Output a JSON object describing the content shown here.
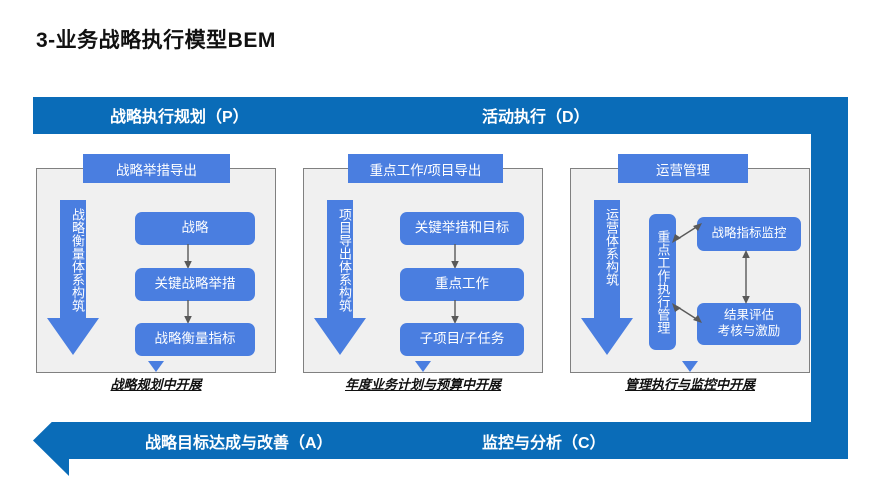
{
  "title": "3-业务战略执行模型BEM",
  "colors": {
    "band_blue": "#0a6cb8",
    "box_blue": "#4a7ee0",
    "panel_fill": "#f0f0f0",
    "panel_border": "#808080",
    "text_dark": "#111111",
    "text_light": "#ffffff"
  },
  "bands": {
    "top_left": "战略执行规划（P）",
    "top_right": "活动执行（D）",
    "bottom_left": "战略目标达成与改善（A）",
    "bottom_right": "监控与分析（C）"
  },
  "columns": [
    {
      "header": "战略举措导出",
      "arrow_label": "战略衡量体系构筑",
      "boxes": [
        "战略",
        "关键战略举措",
        "战略衡量指标"
      ],
      "caption": "战略规划中开展"
    },
    {
      "header": "重点工作/项目导出",
      "arrow_label": "项目导出体系构筑",
      "boxes": [
        "关键举措和目标",
        "重点工作",
        "子项目/子任务"
      ],
      "caption": "年度业务计划与预算中开展"
    },
    {
      "header": "运营管理",
      "arrow_label": "运营体系构筑",
      "vertical_box": "重点工作执行管理",
      "boxes": [
        "战略指标监控",
        "结果评估\n考核与激励"
      ],
      "box_lines": [
        [
          "战略指标监控"
        ],
        [
          "结果评估",
          "考核与激励"
        ]
      ],
      "caption": "管理执行与监控中开展"
    }
  ]
}
